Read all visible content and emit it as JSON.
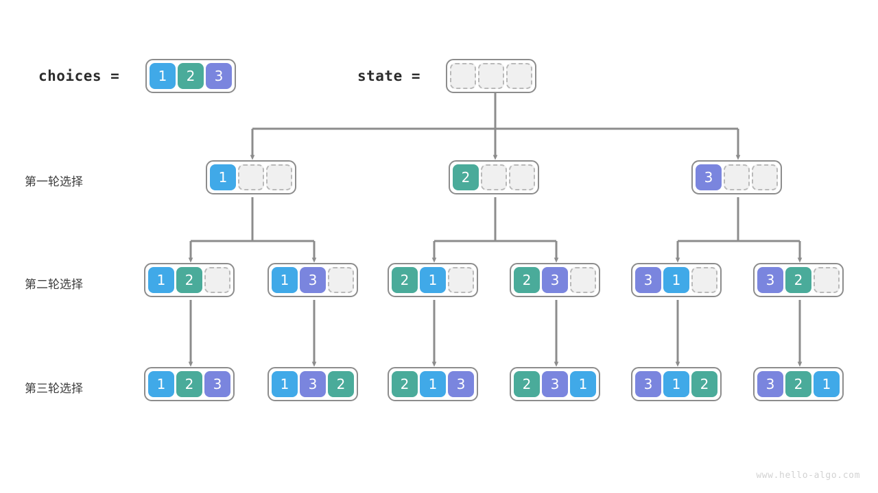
{
  "diagram": {
    "title": "permutation-backtracking-tree",
    "watermark": "www.hello-algo.com",
    "colors": {
      "value_1": "#40a9e8",
      "value_2": "#4aab9a",
      "value_3": "#7a85de",
      "empty_cell": "#f0f0f0",
      "node_border": "#8c8c8c",
      "connector": "#8c8c8c",
      "label_text": "#3d3d3d",
      "watermark_text": "#d2d2d2",
      "background": "#ffffff"
    }
  },
  "header": {
    "choices_label": "choices =",
    "state_label": "state =",
    "choices_cells": [
      "1",
      "2",
      "3"
    ],
    "state_cells": [
      "",
      "",
      ""
    ]
  },
  "row_labels": [
    "第一轮选择",
    "第二轮选择",
    "第三轮选择"
  ],
  "levels": [
    {
      "name": "round-1",
      "label": "第一轮选择",
      "nodes": [
        {
          "cells": [
            "1",
            "",
            ""
          ]
        },
        {
          "cells": [
            "2",
            "",
            ""
          ]
        },
        {
          "cells": [
            "3",
            "",
            ""
          ]
        }
      ]
    },
    {
      "name": "round-2",
      "label": "第二轮选择",
      "nodes": [
        {
          "cells": [
            "1",
            "2",
            ""
          ]
        },
        {
          "cells": [
            "1",
            "3",
            ""
          ]
        },
        {
          "cells": [
            "2",
            "1",
            ""
          ]
        },
        {
          "cells": [
            "2",
            "3",
            ""
          ]
        },
        {
          "cells": [
            "3",
            "1",
            ""
          ]
        },
        {
          "cells": [
            "3",
            "2",
            ""
          ]
        }
      ]
    },
    {
      "name": "round-3",
      "label": "第三轮选择",
      "nodes": [
        {
          "cells": [
            "1",
            "2",
            "3"
          ]
        },
        {
          "cells": [
            "1",
            "3",
            "2"
          ]
        },
        {
          "cells": [
            "2",
            "1",
            "3"
          ]
        },
        {
          "cells": [
            "2",
            "3",
            "1"
          ]
        },
        {
          "cells": [
            "3",
            "1",
            "2"
          ]
        },
        {
          "cells": [
            "3",
            "2",
            "1"
          ]
        }
      ]
    }
  ]
}
